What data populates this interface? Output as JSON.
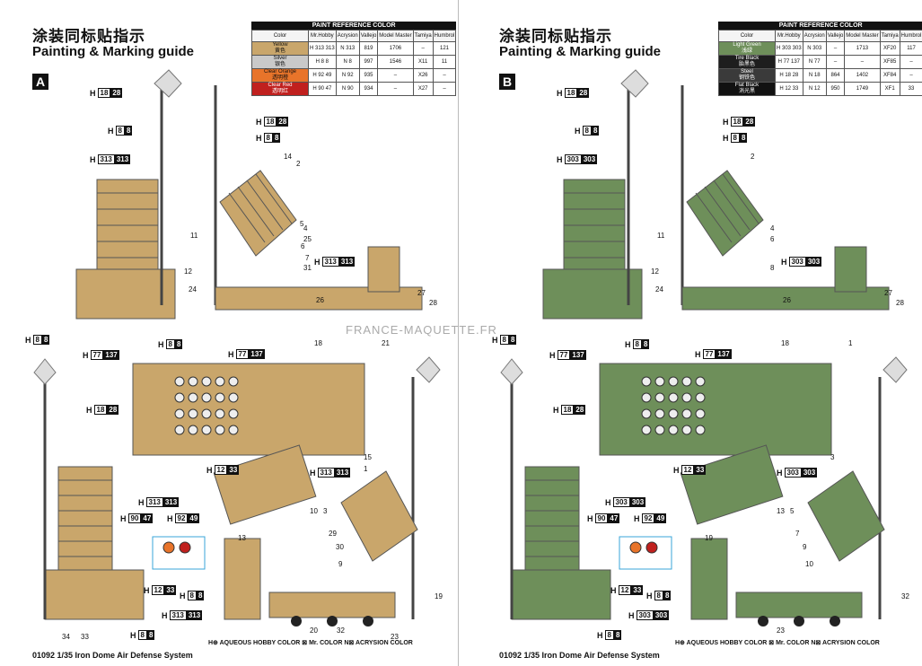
{
  "header": {
    "title_cn": "涂装同标贴指示",
    "title_en": "Painting & Marking guide"
  },
  "table_headers": [
    "Color",
    "Mr.Hobby",
    "Acrysion",
    "Vallejo",
    "Model Master",
    "Tamiya",
    "Humbrol"
  ],
  "table_title": "PAINT  REFERENCE COLOR",
  "left": {
    "letter": "A",
    "colors": [
      {
        "name": "Yellow",
        "cn": "黄色",
        "hobby_a": "313",
        "hobby_b": "313",
        "acry": "313",
        "vallejo": "819",
        "mm": "1706",
        "tamiya": "–",
        "humbrol": "121",
        "swatch": "#c9a66b"
      },
      {
        "name": "Silver",
        "cn": "银色",
        "hobby_a": "8",
        "hobby_b": "8",
        "acry": "8",
        "vallejo": "997",
        "mm": "1546",
        "tamiya": "X11",
        "humbrol": "11",
        "swatch": "#c9c9c9"
      },
      {
        "name": "Clear Orange",
        "cn": "透明橙",
        "hobby_a": "92",
        "hobby_b": "49",
        "acry": "92",
        "vallejo": "935",
        "mm": "–",
        "tamiya": "X26",
        "humbrol": "–",
        "swatch": "#e8742a"
      },
      {
        "name": "Clear Red",
        "cn": "透明红",
        "hobby_a": "90",
        "hobby_b": "47",
        "acry": "90",
        "vallejo": "934",
        "mm": "–",
        "tamiya": "X27",
        "humbrol": "–",
        "swatch": "#c0201e"
      }
    ],
    "callouts": [
      {
        "a": "18",
        "b": "28"
      },
      {
        "a": "8",
        "b": "8"
      },
      {
        "a": "313",
        "b": "313"
      },
      {
        "a": "18",
        "b": "28"
      },
      {
        "a": "8",
        "b": "8"
      },
      {
        "a": "313",
        "b": "313"
      },
      {
        "a": "8",
        "b": "8"
      },
      {
        "a": "77",
        "b": "137"
      },
      {
        "a": "8",
        "b": "8"
      },
      {
        "a": "77",
        "b": "137"
      },
      {
        "a": "18",
        "b": "28"
      },
      {
        "a": "12",
        "b": "33"
      },
      {
        "a": "313",
        "b": "313"
      },
      {
        "a": "313",
        "b": "313"
      },
      {
        "a": "90",
        "b": "47"
      },
      {
        "a": "92",
        "b": "49"
      },
      {
        "a": "12",
        "b": "33"
      },
      {
        "a": "8",
        "b": "8"
      },
      {
        "a": "313",
        "b": "313"
      },
      {
        "a": "8",
        "b": "8"
      }
    ],
    "numbers": [
      "14",
      "4",
      "25",
      "11",
      "31",
      "12",
      "24",
      "26",
      "27",
      "28",
      "18",
      "21",
      "15",
      "3",
      "29",
      "30",
      "9",
      "10",
      "13",
      "19",
      "20",
      "32",
      "33",
      "34",
      "23",
      "5",
      "6",
      "7",
      "1",
      "2"
    ],
    "vehicle_color": "#c9a66b"
  },
  "right": {
    "letter": "B",
    "colors": [
      {
        "name": "Light Green",
        "cn": "浅绿",
        "hobby_a": "303",
        "hobby_b": "303",
        "acry": "303",
        "vallejo": "–",
        "mm": "1713",
        "tamiya": "XF20",
        "humbrol": "117",
        "swatch": "#6e8f5a"
      },
      {
        "name": "Tire Black",
        "cn": "胎黑色",
        "hobby_a": "77",
        "hobby_b": "137",
        "acry": "77",
        "vallejo": "–",
        "mm": "–",
        "tamiya": "XF85",
        "humbrol": "–",
        "swatch": "#1e1e1e"
      },
      {
        "name": "Steel",
        "cn": "钢铁色",
        "hobby_a": "18",
        "hobby_b": "28",
        "acry": "18",
        "vallejo": "864",
        "mm": "1402",
        "tamiya": "XF84",
        "humbrol": "–",
        "swatch": "#3a3a3a"
      },
      {
        "name": "Flat Black",
        "cn": "消光黑",
        "hobby_a": "12",
        "hobby_b": "33",
        "acry": "12",
        "vallejo": "950",
        "mm": "1749",
        "tamiya": "XF1",
        "humbrol": "33",
        "swatch": "#111111"
      }
    ],
    "callouts": [
      {
        "a": "18",
        "b": "28"
      },
      {
        "a": "8",
        "b": "8"
      },
      {
        "a": "303",
        "b": "303"
      },
      {
        "a": "18",
        "b": "28"
      },
      {
        "a": "8",
        "b": "8"
      },
      {
        "a": "303",
        "b": "303"
      },
      {
        "a": "8",
        "b": "8"
      },
      {
        "a": "77",
        "b": "137"
      },
      {
        "a": "8",
        "b": "8"
      },
      {
        "a": "77",
        "b": "137"
      },
      {
        "a": "18",
        "b": "28"
      },
      {
        "a": "12",
        "b": "33"
      },
      {
        "a": "303",
        "b": "303"
      },
      {
        "a": "303",
        "b": "303"
      },
      {
        "a": "90",
        "b": "47"
      },
      {
        "a": "92",
        "b": "49"
      },
      {
        "a": "12",
        "b": "33"
      },
      {
        "a": "8",
        "b": "8"
      },
      {
        "a": "303",
        "b": "303"
      },
      {
        "a": "8",
        "b": "8"
      }
    ],
    "numbers": [
      "2",
      "4",
      "6",
      "11",
      "8",
      "12",
      "24",
      "26",
      "27",
      "28",
      "18",
      "1",
      "3",
      "5",
      "7",
      "9",
      "10",
      "13",
      "19",
      "32",
      "23"
    ],
    "vehicle_color": "#6e8f5a"
  },
  "footer": {
    "code": "01092  1/35  Iron Dome Air Defense System",
    "legend": "H⊕ AQUEOUS HOBBY COLOR   ⊠ Mr. COLOR   N⊠ ACRYSION COLOR"
  },
  "watermark": "FRANCE-MAQUETTE.FR"
}
